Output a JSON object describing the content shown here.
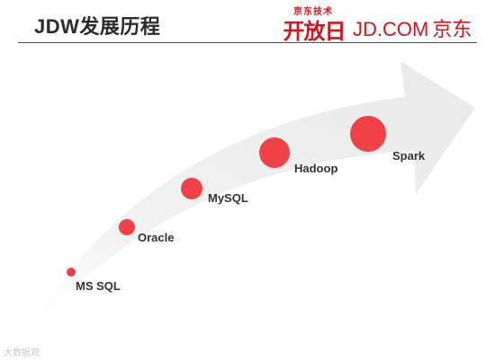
{
  "header": {
    "title": "JDW发展历程",
    "logo_small_text": "京东技术",
    "logo_big_text": "开放日",
    "brand_text": "JD.COM",
    "brand_cn": "京东"
  },
  "timeline": {
    "milestones": [
      {
        "label": "MS SQL"
      },
      {
        "label": "Oracle"
      },
      {
        "label": "MySQL"
      },
      {
        "label": "Hadoop"
      },
      {
        "label": "Spark"
      }
    ]
  },
  "watermark": "大数据观",
  "colors": {
    "accent": "#d4141c",
    "circle": "#f04048",
    "arrow": "#ececec",
    "title": "#2b2b2b"
  }
}
